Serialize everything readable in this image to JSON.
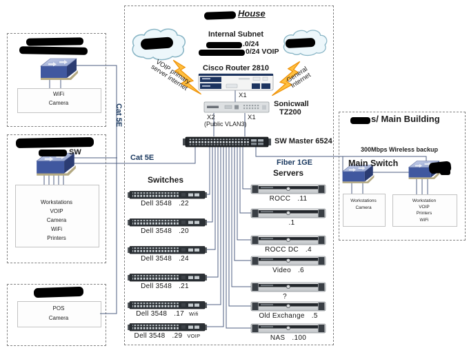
{
  "colors": {
    "line": "#4c5e80",
    "label_blue": "#17365d",
    "device_blue": "#4059a0",
    "redaction": "#000000",
    "bolt_yellow": "#ffbf3f"
  },
  "house": {
    "title": "House",
    "subnet_heading": "Internal Subnet",
    "subnet_line1": ".0/24",
    "subnet_line2": "0/24 VOIP",
    "voip_link": [
      "VOIP primary",
      "server internet"
    ],
    "general_link": [
      "General",
      "Internet"
    ],
    "router_label": "Cisco Router 2810",
    "x1_top": "X1",
    "firewall_name": "Sonicwall",
    "firewall_model": "TZ200",
    "x2": "X2",
    "x2_note": "(Public VLAN3)",
    "x1_bottom": "X1",
    "core_switch_label": "SW Master 6524",
    "cat5e_label": "Cat 5E",
    "fiber_label": "Fiber 1GE",
    "switches_heading": "Switches",
    "servers_heading": "Servers",
    "switches": [
      {
        "label": "Dell 3548",
        "ip": ".22",
        "tag": ""
      },
      {
        "label": "Dell 3548",
        "ip": ".20",
        "tag": ""
      },
      {
        "label": "Dell 3548",
        "ip": ".24",
        "tag": ""
      },
      {
        "label": "Dell 3548",
        "ip": ".21",
        "tag": ""
      },
      {
        "label": "Dell 3548",
        "ip": ".17",
        "tag": "Wifi"
      },
      {
        "label": "Dell 3548",
        "ip": ".29",
        "tag": "VOIP"
      }
    ],
    "servers": [
      {
        "label": "ROCC",
        "ip": ".11"
      },
      {
        "label": "",
        "ip": ".1"
      },
      {
        "label": "ROCC DC",
        "ip": ".4"
      },
      {
        "label": "Video",
        "ip": ".6"
      },
      {
        "label": "?",
        "ip": ""
      },
      {
        "label": "Old Exchange",
        "ip": ".5"
      },
      {
        "label": "NAS",
        "ip": ".100"
      }
    ]
  },
  "site_top": {
    "items": [
      "WiFi",
      "Camera"
    ]
  },
  "site_mid": {
    "switch_suffix": "SW",
    "items": [
      "Workstations",
      "VOIP",
      "Camera",
      "WiFi",
      "Printers"
    ]
  },
  "site_bottom": {
    "items": [
      "POS",
      "Camera"
    ]
  },
  "main_building": {
    "title_suffix": "s/ Main Building",
    "wireless_label": "300Mbps Wireless backup",
    "main_switch_label": "Main Switch",
    "left_group": [
      "Workstations",
      "Camera"
    ],
    "right_group": [
      "Workstation",
      "VOIP",
      "Printers",
      "WiFi"
    ]
  }
}
